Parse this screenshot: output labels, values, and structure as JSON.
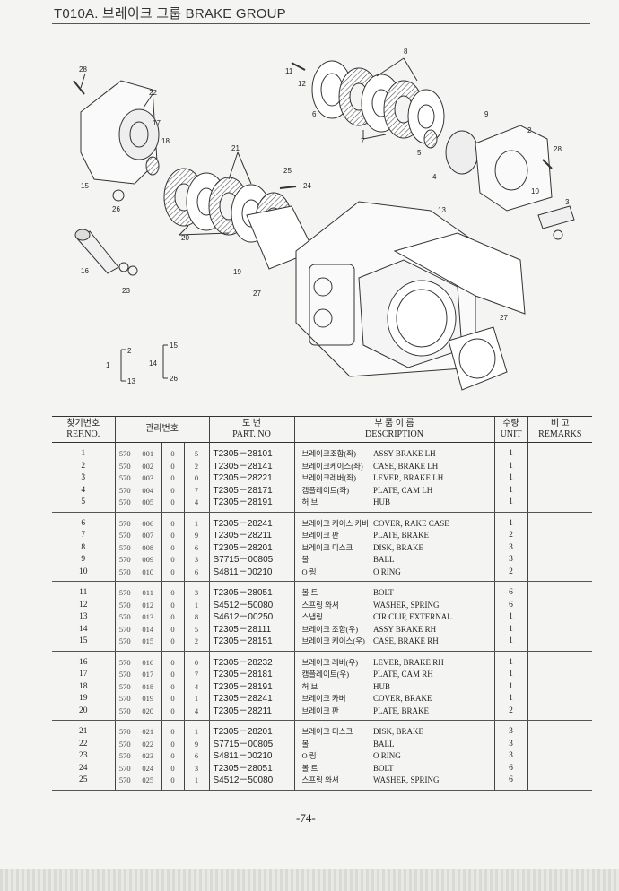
{
  "page": {
    "title": "T010A. 브레이크 그룹 BRAKE GROUP",
    "page_number": "-74-"
  },
  "diagram": {
    "callouts": [
      "28",
      "22",
      "17",
      "18",
      "15",
      "26",
      "21",
      "20",
      "16",
      "23",
      "19",
      "27",
      "11",
      "12",
      "6",
      "8",
      "7",
      "5",
      "4",
      "9",
      "2",
      "28",
      "10",
      "3",
      "13",
      "25",
      "24",
      "27"
    ],
    "legend": {
      "n1": "1",
      "n2": "2",
      "n13": "13",
      "n14": "14",
      "n15": "15",
      "n26": "26"
    }
  },
  "table": {
    "headers": {
      "ref_kr": "찾기번호",
      "ref_en": "REF.NO.",
      "mgmt_kr": "관리번호",
      "part_kr": "도    번",
      "part_en": "PART. NO",
      "desc_kr": "부  품  이  름",
      "desc_en": "DESCRIPTION",
      "unit_kr": "수량",
      "unit_en": "UNIT",
      "remarks_kr": "비      고",
      "remarks_en": "REMARKS"
    },
    "rows": [
      {
        "ref": "1",
        "a": "570",
        "b": "001",
        "c": "0",
        "d": "5",
        "part": "T2305－28101",
        "kr": "브레이크조합(좌)",
        "en": "ASSY BRAKE LH",
        "unit": "1"
      },
      {
        "ref": "2",
        "a": "570",
        "b": "002",
        "c": "0",
        "d": "2",
        "part": "T2305－28141",
        "kr": "브레이크케이스(좌)",
        "en": "CASE, BRAKE LH",
        "unit": "1"
      },
      {
        "ref": "3",
        "a": "570",
        "b": "003",
        "c": "0",
        "d": "0",
        "part": "T2305－28221",
        "kr": "브레이크레버(좌)",
        "en": "LEVER, BRAKE LH",
        "unit": "1"
      },
      {
        "ref": "4",
        "a": "570",
        "b": "004",
        "c": "0",
        "d": "7",
        "part": "T2305－28171",
        "kr": "캠플레이트(좌)",
        "en": "PLATE, CAM LH",
        "unit": "1"
      },
      {
        "ref": "5",
        "a": "570",
        "b": "005",
        "c": "0",
        "d": "4",
        "part": "T2305－28191",
        "kr": "허  브",
        "en": "HUB",
        "unit": "1"
      },
      {
        "ref": "6",
        "a": "570",
        "b": "006",
        "c": "0",
        "d": "1",
        "part": "T2305－28241",
        "kr": "브레이크 케이스 카버",
        "en": "COVER, RAKE CASE",
        "unit": "1"
      },
      {
        "ref": "7",
        "a": "570",
        "b": "007",
        "c": "0",
        "d": "9",
        "part": "T2305－28211",
        "kr": "브레이크 판",
        "en": "PLATE, BRAKE",
        "unit": "2"
      },
      {
        "ref": "8",
        "a": "570",
        "b": "008",
        "c": "0",
        "d": "6",
        "part": "T2305－28201",
        "kr": "브레이크 디스크",
        "en": "DISK, BRAKE",
        "unit": "3"
      },
      {
        "ref": "9",
        "a": "570",
        "b": "009",
        "c": "0",
        "d": "3",
        "part": "S7715－00805",
        "kr": "볼",
        "en": "BALL",
        "unit": "3"
      },
      {
        "ref": "10",
        "a": "570",
        "b": "010",
        "c": "0",
        "d": "6",
        "part": "S4811－00210",
        "kr": "O  링",
        "en": "O RING",
        "unit": "2"
      },
      {
        "ref": "11",
        "a": "570",
        "b": "011",
        "c": "0",
        "d": "3",
        "part": "T2305－28051",
        "kr": "볼  트",
        "en": "BOLT",
        "unit": "6"
      },
      {
        "ref": "12",
        "a": "570",
        "b": "012",
        "c": "0",
        "d": "1",
        "part": "S4512－50080",
        "kr": "스프링 와셔",
        "en": "WASHER, SPRING",
        "unit": "6"
      },
      {
        "ref": "13",
        "a": "570",
        "b": "013",
        "c": "0",
        "d": "8",
        "part": "S4612－00250",
        "kr": "스냅링",
        "en": "CIR CLIP, EXTERNAL",
        "unit": "1"
      },
      {
        "ref": "14",
        "a": "570",
        "b": "014",
        "c": "0",
        "d": "5",
        "part": "T2305－28111",
        "kr": "브레이크 조합(우)",
        "en": "ASSY BRAKE RH",
        "unit": "1"
      },
      {
        "ref": "15",
        "a": "570",
        "b": "015",
        "c": "0",
        "d": "2",
        "part": "T2305－28151",
        "kr": "브레이크 케이스(우)",
        "en": "CASE, BRAKE RH",
        "unit": "1"
      },
      {
        "ref": "16",
        "a": "570",
        "b": "016",
        "c": "0",
        "d": "0",
        "part": "T2305－28232",
        "kr": "브레이크 레버(우)",
        "en": "LEVER, BRAKE RH",
        "unit": "1"
      },
      {
        "ref": "17",
        "a": "570",
        "b": "017",
        "c": "0",
        "d": "7",
        "part": "T2305－28181",
        "kr": "캠플레이트(우)",
        "en": "PLATE, CAM RH",
        "unit": "1"
      },
      {
        "ref": "18",
        "a": "570",
        "b": "018",
        "c": "0",
        "d": "4",
        "part": "T2305－28191",
        "kr": "허  브",
        "en": "HUB",
        "unit": "1"
      },
      {
        "ref": "19",
        "a": "570",
        "b": "019",
        "c": "0",
        "d": "1",
        "part": "T2305－28241",
        "kr": "브레이크 카버",
        "en": "COVER, BRAKE",
        "unit": "1"
      },
      {
        "ref": "20",
        "a": "570",
        "b": "020",
        "c": "0",
        "d": "4",
        "part": "T2305－28211",
        "kr": "브레이크 판",
        "en": "PLATE, BRAKE",
        "unit": "2"
      },
      {
        "ref": "21",
        "a": "570",
        "b": "021",
        "c": "0",
        "d": "1",
        "part": "T2305－28201",
        "kr": "브레이크 디스크",
        "en": "DISK, BRAKE",
        "unit": "3"
      },
      {
        "ref": "22",
        "a": "570",
        "b": "022",
        "c": "0",
        "d": "9",
        "part": "S7715－00805",
        "kr": "볼",
        "en": "BALL",
        "unit": "3"
      },
      {
        "ref": "23",
        "a": "570",
        "b": "023",
        "c": "0",
        "d": "6",
        "part": "S4811－00210",
        "kr": "O  링",
        "en": "O RING",
        "unit": "3"
      },
      {
        "ref": "24",
        "a": "570",
        "b": "024",
        "c": "0",
        "d": "3",
        "part": "T2305－28051",
        "kr": "볼  트",
        "en": "BOLT",
        "unit": "6"
      },
      {
        "ref": "25",
        "a": "570",
        "b": "025",
        "c": "0",
        "d": "1",
        "part": "S4512－50080",
        "kr": "스프링 와셔",
        "en": "WASHER, SPRING",
        "unit": "6"
      }
    ]
  }
}
